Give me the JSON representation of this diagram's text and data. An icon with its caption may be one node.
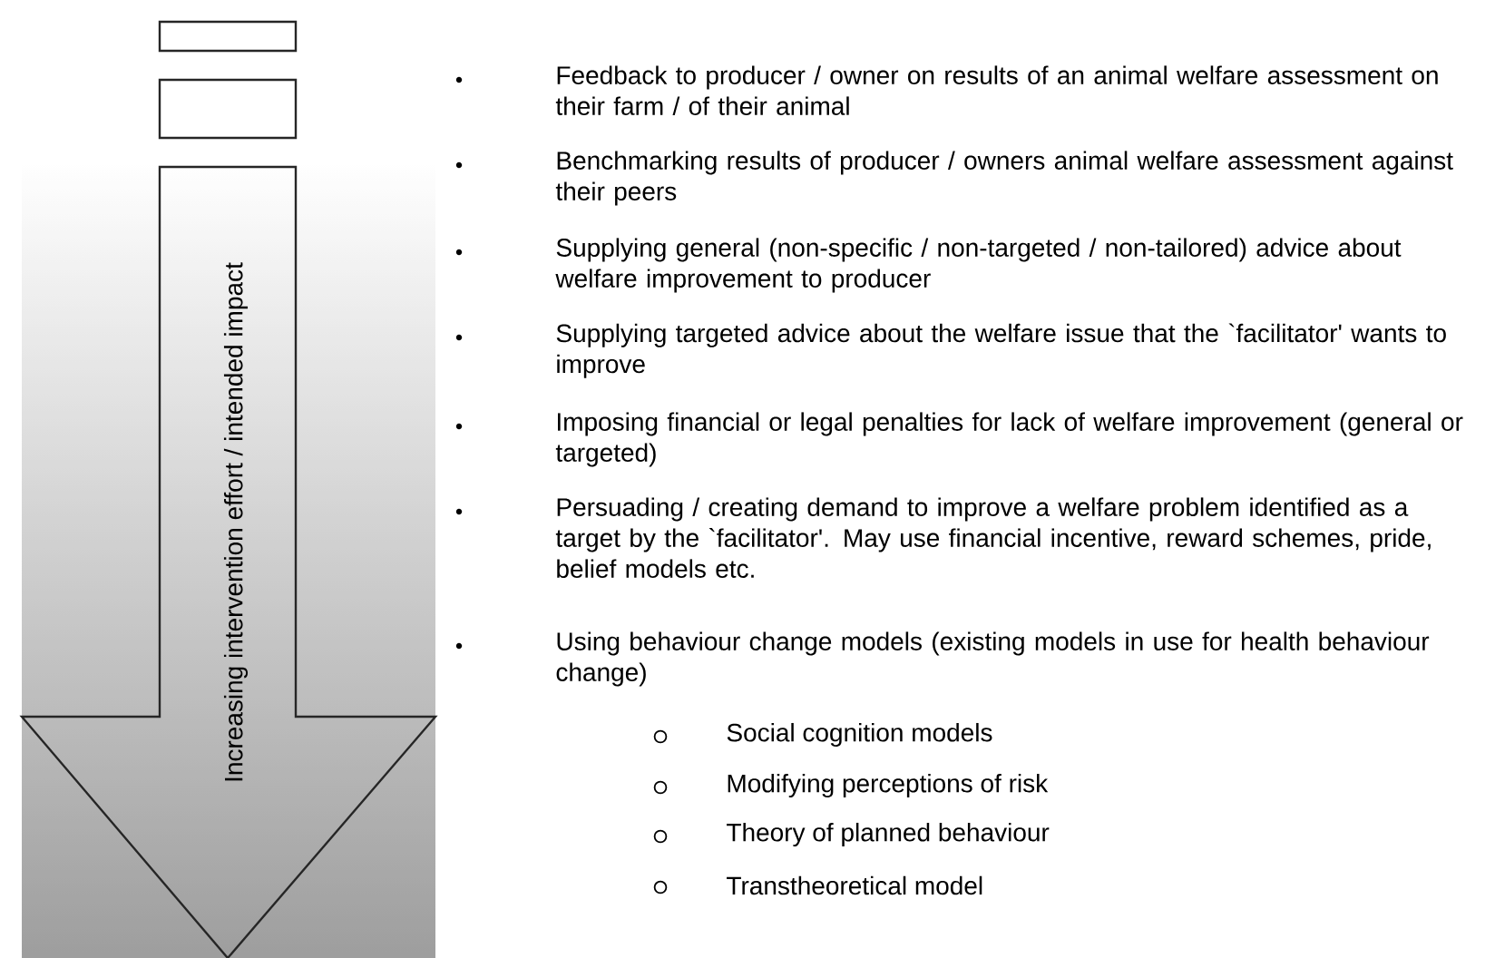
{
  "diagram": {
    "nodes": [
      {
        "text": [],
        "shape": "box"
      },
      {
        "text": [],
        "shape": "box"
      },
      {
        "text": [
          "Increasing intervention effort / intended impact"
        ]
      }
    ],
    "labels": [
      "Feedback to producer / owner on results of an animal welfare assessment on their farm / of their animal",
      "Benchmarking results of producer / owners animal welfare assessment against their peers",
      "Supplying general (non-specific / non-targeted / non-tailored) advice about welfare improvement to producer",
      "Supplying targeted advice about the welfare issue that the `facilitator' wants to improve",
      "Imposing financial or legal penalties for lack of welfare improvement (general or targeted)",
      "Persuading / creating demand to improve a welfare problem identified as a target by the `facilitator'. May use financial incentive, reward schemes, pride, belief models etc.",
      "Using behaviour change models (existing models in use for health behaviour change)",
      "Social cognition models",
      "Modifying perceptions of risk",
      "Theory of planned behaviour",
      "Transtheoretical model"
    ]
  }
}
